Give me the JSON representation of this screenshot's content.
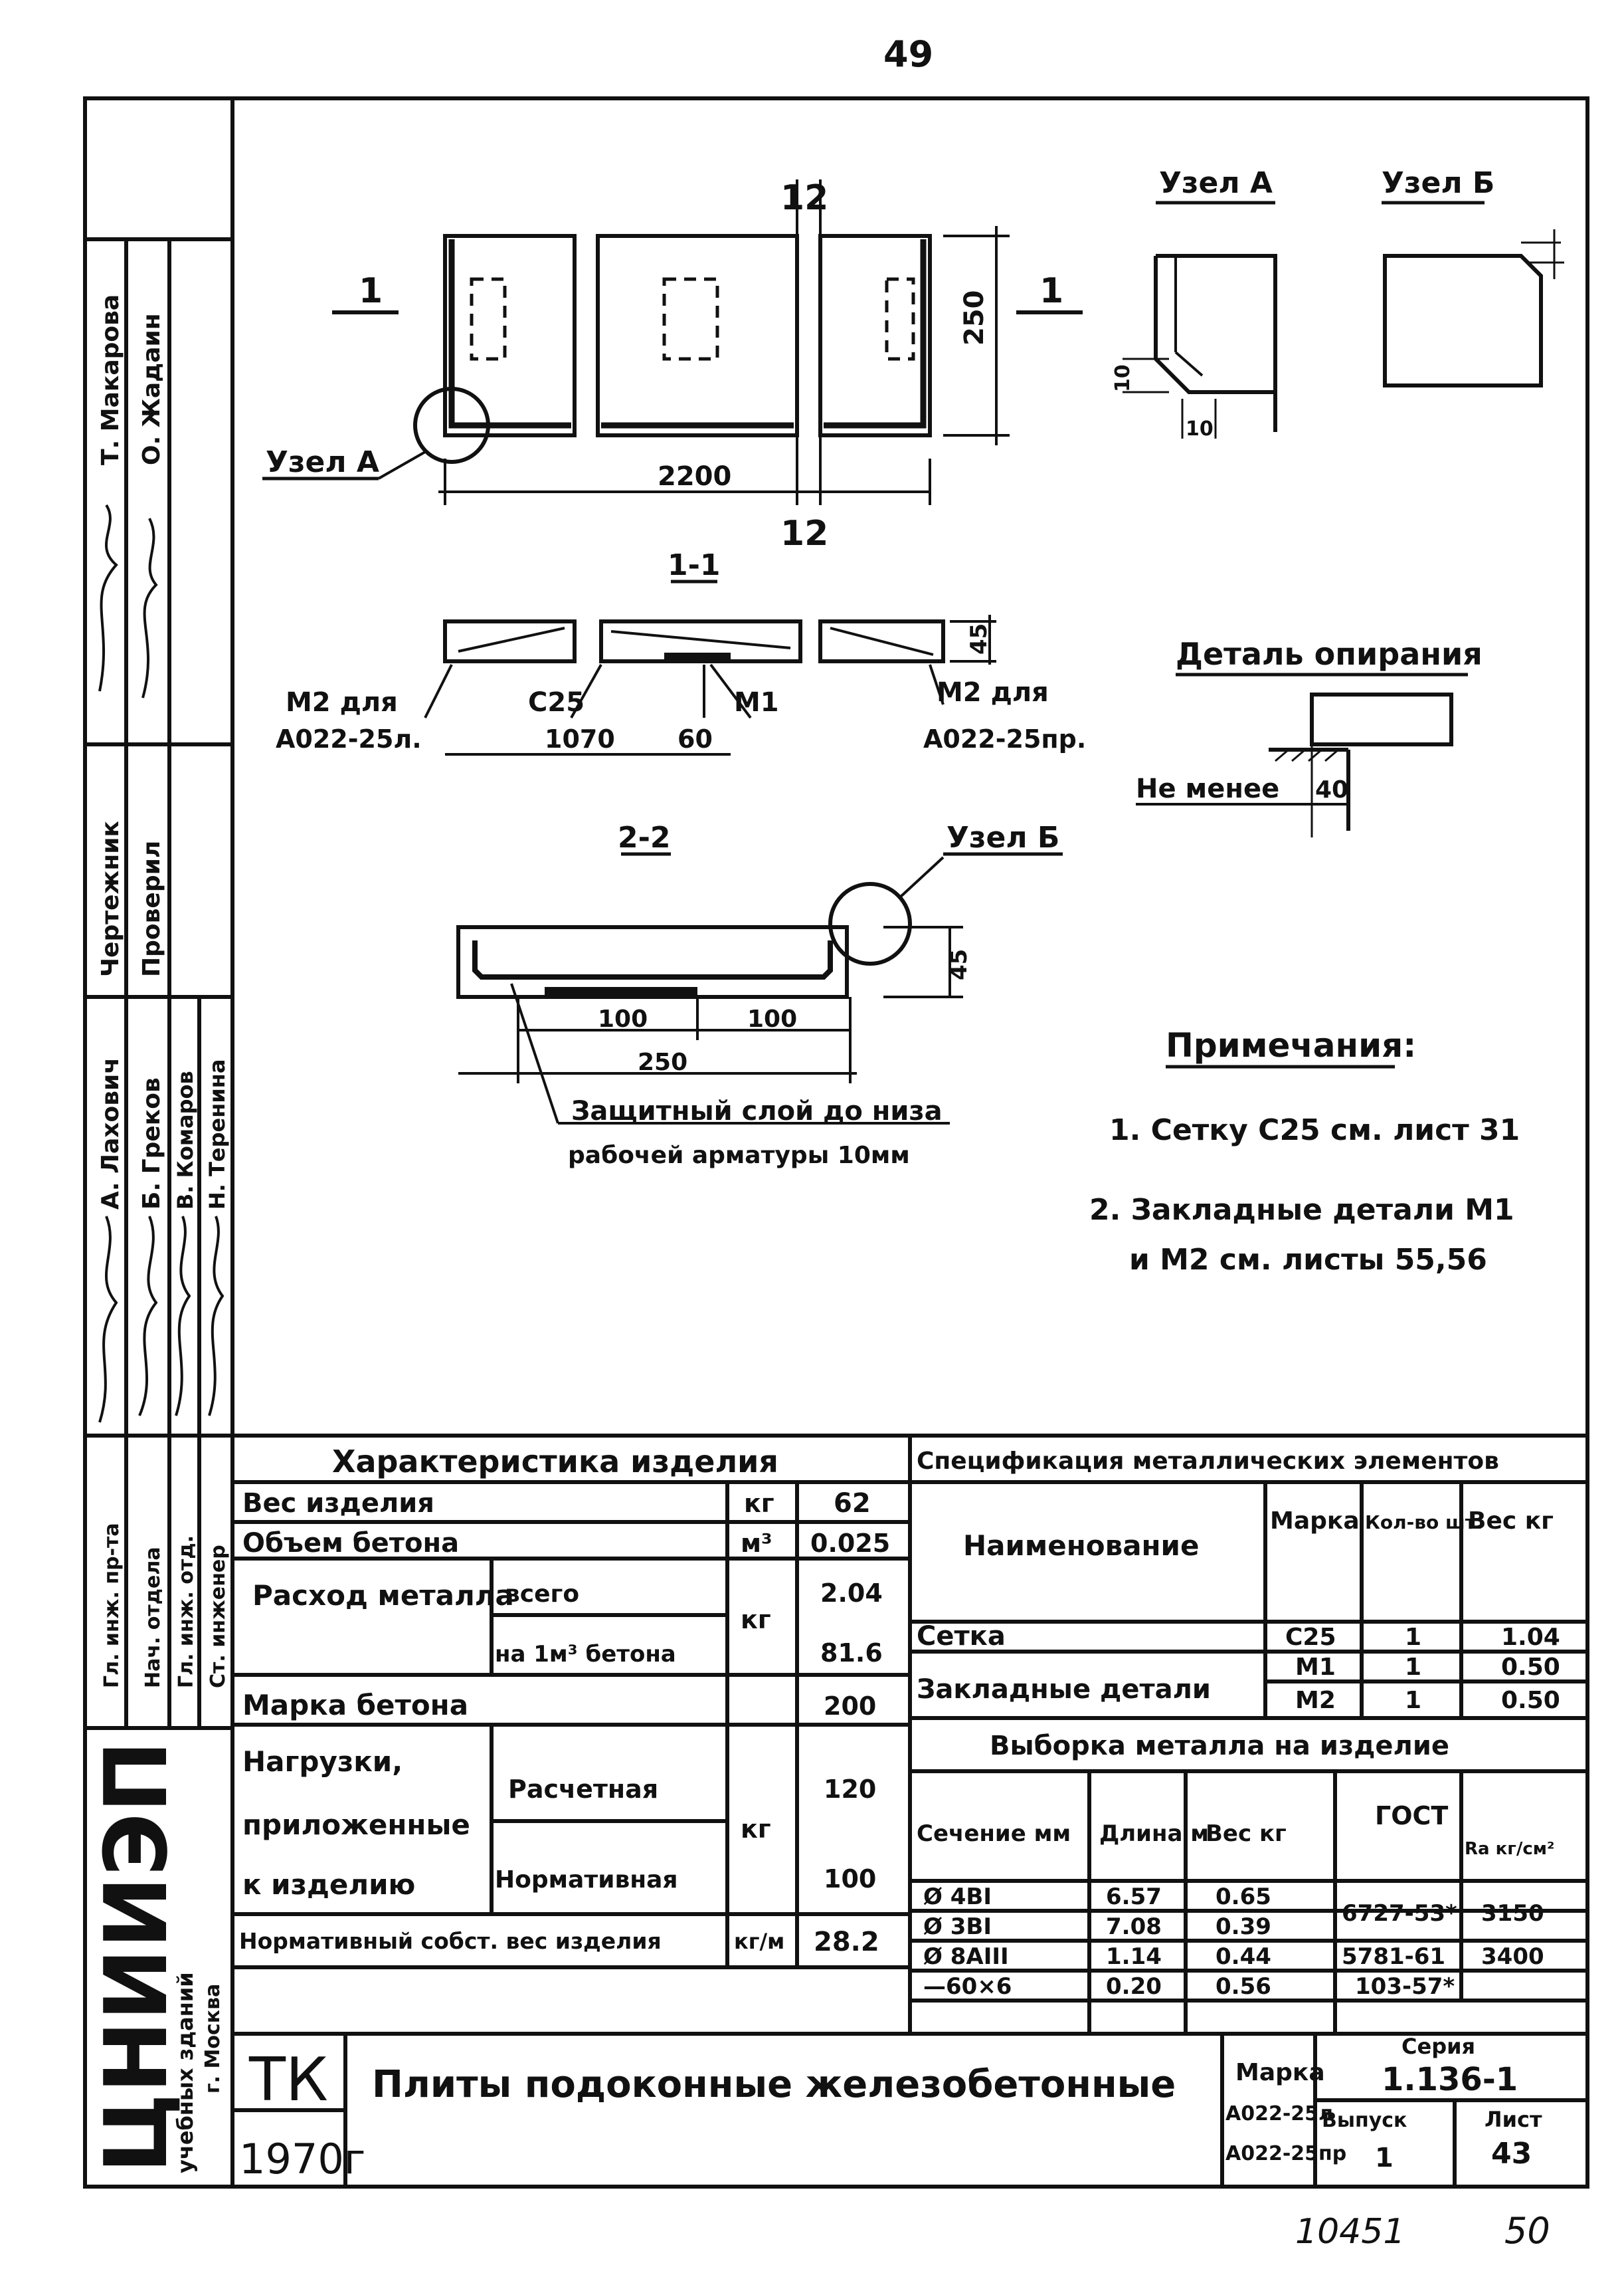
{
  "page_number_top": "49",
  "page_number_bottom": "50",
  "archive_number": "10451",
  "drawing": {
    "plan_dim_12_top": "12",
    "plan_dim_12_bottom": "12",
    "section_mark_left": "1",
    "section_mark_right": "1",
    "height_250": "250",
    "length_2200": "2200",
    "node_a_label": "Узел А",
    "section_1_1": "1-1",
    "m2_left_line1": "М2 для",
    "m2_left_line2": "А022-25л.",
    "c25": "С25",
    "m1": "М1",
    "m2_right_line1": "М2 для",
    "m2_right_line2": "А022-25пр.",
    "dim_1070": "1070",
    "dim_60": "60",
    "dim_45_sec1": "45",
    "section_2_2": "2-2",
    "node_b_label": "Узел Б",
    "dim_100_a": "100",
    "dim_100_b": "100",
    "dim_250": "250",
    "dim_45_sec2": "45",
    "cover_line1": "Защитный слой до низа",
    "cover_line2": "рабочей арматуры 10мм",
    "node_a_title": "Узел А",
    "node_b_title": "Узел Б",
    "dim_10_a": "10",
    "dim_10_b": "10",
    "support_title": "Деталь опирания",
    "not_less": "Не менее",
    "dim_40": "40"
  },
  "notes": {
    "title": "Примечания:",
    "note1": "1. Сетку С25 см. лист 31",
    "note2_line1": "2. Закладные детали М1",
    "note2_line2": "и М2 см. листы 55,56"
  },
  "stamp_roles": {
    "col1": [
      "Т. Макарова",
      "Чертежник",
      "А. Лахович",
      "Гл. инж. пр-та"
    ],
    "col2": [
      "О. Жадаин",
      "Проверил",
      "Б. Греков",
      "Нач. отдела"
    ],
    "col3": [
      "В. Комаров",
      "Гл. инж. отд."
    ],
    "col4": [
      "Н. Теренина",
      "Ст. инженер"
    ]
  },
  "characteristics": {
    "title": "Характеристика изделия",
    "rows": [
      {
        "name": "Вес изделия",
        "unit": "кг",
        "value": "62"
      },
      {
        "name": "Объем бетона",
        "unit": "м³",
        "value": "0.025"
      },
      {
        "name": "Расход металла",
        "sub1": "всего",
        "sub2": "на 1м³ бетона",
        "unit": "кг",
        "value1": "2.04",
        "value2": "81.6"
      },
      {
        "name": "Марка бетона",
        "value": "200"
      },
      {
        "name1": "Нагрузки,",
        "name2": "приложенные",
        "name3": "к изделию",
        "sub1": "Расчетная",
        "sub2": "Нормативная",
        "unit": "кг",
        "value1": "120",
        "value2": "100"
      },
      {
        "name": "Нормативный собст. вес изделия",
        "unit": "кг/м",
        "value": "28.2"
      }
    ]
  },
  "specification": {
    "title": "Спецификация металлических элементов",
    "headers": [
      "Наименование",
      "Марка",
      "Кол-во шт.",
      "Вес кг"
    ],
    "rows": [
      [
        "Сетка",
        "С25",
        "1",
        "1.04"
      ],
      [
        "Закладные детали",
        "М1",
        "1",
        "0.50"
      ],
      [
        "",
        "М2",
        "1",
        "0.50"
      ]
    ]
  },
  "selection": {
    "title": "Выборка металла на изделие",
    "headers": [
      "Сечение мм",
      "Длина м",
      "Вес кг",
      "ГОСТ",
      "Ra кг/см²"
    ],
    "rows": [
      [
        "Ø 4BI",
        "6.57",
        "0.65",
        "6727-53*",
        "3150"
      ],
      [
        "Ø 3BI",
        "7.08",
        "0.39",
        "",
        ""
      ],
      [
        "Ø 8AIII",
        "1.14",
        "0.44",
        "5781-61",
        "3400"
      ],
      [
        "—60×6",
        "0.20",
        "0.56",
        "103-57*",
        ""
      ]
    ]
  },
  "title_block": {
    "org": "ЦНИИЭП",
    "org_sub1": "учебных зданий",
    "org_sub2": "г. Москва",
    "tk": "ТК",
    "year": "1970г",
    "name": "Плиты подоконные железобетонные",
    "marka_label": "Марка",
    "marka1": "А022-25л",
    "marka2": "А022-25пр",
    "series_label": "Серия",
    "series": "1.136-1",
    "issue_label": "Выпуск",
    "issue": "1",
    "sheet_label": "Лист",
    "sheet": "43"
  }
}
